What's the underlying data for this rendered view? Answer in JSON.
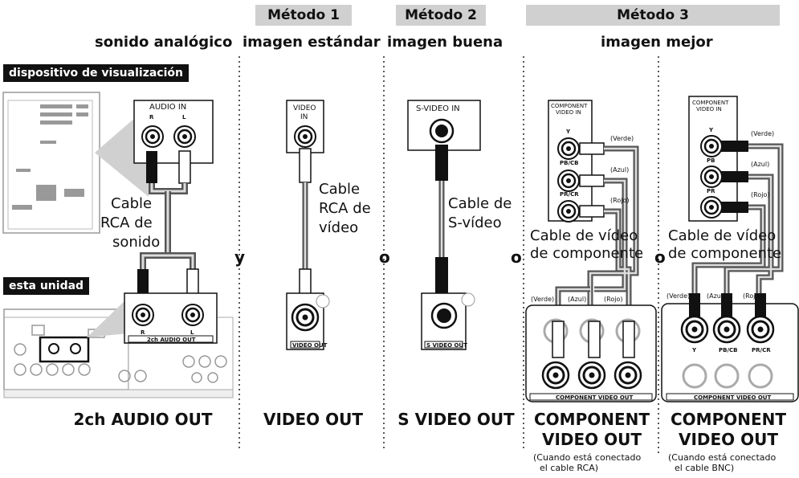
{
  "methods": {
    "m1": "Método 1",
    "m2": "Método 2",
    "m3": "Método 3"
  },
  "headers": {
    "analog": "sonido analógico",
    "standard": "imagen estándar",
    "good": "imagen buena",
    "better": "imagen mejor"
  },
  "badges": {
    "display": "dispositivo de visualización",
    "unit": "esta unidad"
  },
  "audio": {
    "jack_title": "AUDIO IN",
    "r": "R",
    "l": "L",
    "cable_line1": "Cable",
    "cable_line2": "RCA de",
    "cable_line3": "sonido",
    "panel_label": "2ch AUDIO OUT",
    "bottom": "2ch AUDIO OUT"
  },
  "video": {
    "jack_line1": "VIDEO",
    "jack_line2": "IN",
    "cable_line1": "Cable",
    "cable_line2": "RCA de",
    "cable_line3": "vídeo",
    "panel_label": "VIDEO OUT",
    "bottom": "VIDEO OUT"
  },
  "svideo": {
    "jack_title": "S-VIDEO IN",
    "cable_line1": "Cable de",
    "cable_line2": "S-vídeo",
    "panel_label": "S VIDEO OUT",
    "bottom": "S VIDEO OUT"
  },
  "component": {
    "jack_line1": "COMPONENT",
    "jack_line2": "VIDEO IN",
    "y": "Y",
    "pb_rca": "PB/CB",
    "pr_rca": "PR/CR",
    "pb_bnc": "PB",
    "pr_bnc": "PR",
    "green": "(Verde)",
    "blue": "(Azul)",
    "red": "(Rojo)",
    "cable_line1": "Cable de vídeo",
    "cable_line2": "de componente",
    "panel_label": "COMPONENT VIDEO OUT",
    "bnc_pb": "PB/CB",
    "bnc_pr": "PR/CR",
    "bottom_line1": "COMPONENT",
    "bottom_line2": "VIDEO OUT",
    "note_rca_line1": "(Cuando está conectado",
    "note_rca_line2": "el cable RCA)",
    "note_bnc_line1": "(Cuando está conectado",
    "note_bnc_line2": "el cable BNC)"
  },
  "conjunctions": {
    "and": "y",
    "or1": "o",
    "or2": "o",
    "or3": "o"
  }
}
